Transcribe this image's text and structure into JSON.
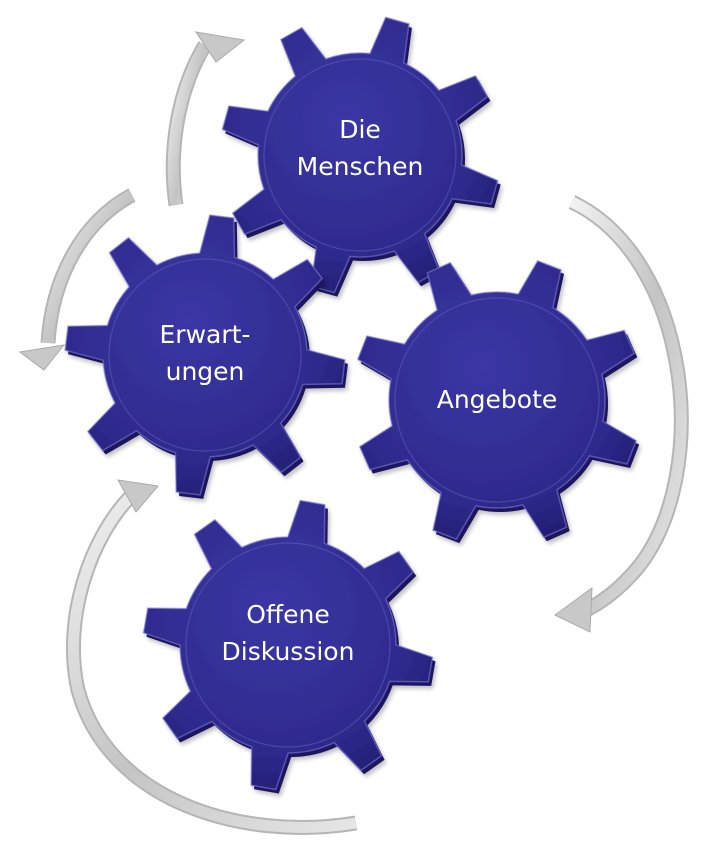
{
  "diagram": {
    "gears": [
      {
        "id": "menschen",
        "lines": [
          "Die",
          "Menschen"
        ]
      },
      {
        "id": "erwartungen",
        "lines": [
          "Erwart-",
          "ungen"
        ]
      },
      {
        "id": "angebote",
        "lines": [
          "Angebote"
        ]
      },
      {
        "id": "diskussion",
        "lines": [
          "Offene",
          "Diskussion"
        ]
      }
    ],
    "colors": {
      "gear_fill": "#2E2A8C",
      "gear_dark": "#1a1660",
      "gear_highlight": "#7d79d6",
      "arrow": "#c8c8c8",
      "arrow_light": "#eeeeee",
      "text": "#ffffff"
    },
    "connectors": [
      {
        "id": "arrow-top-left-up"
      },
      {
        "id": "arrow-left-down"
      },
      {
        "id": "arrow-right-down"
      },
      {
        "id": "arrow-bottom-loop-up"
      }
    ]
  }
}
